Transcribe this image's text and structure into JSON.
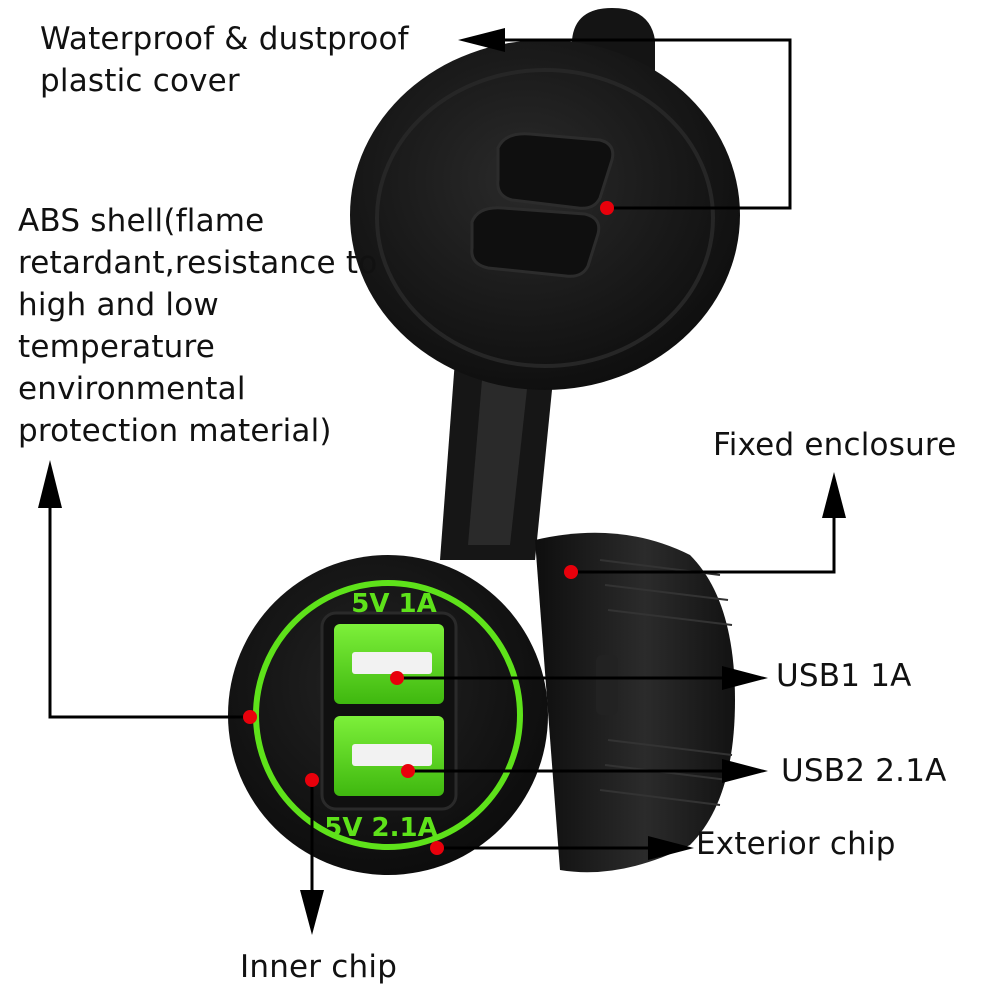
{
  "labels": {
    "cover": [
      "Waterproof & dustproof",
      "plastic cover"
    ],
    "abs_shell": [
      "ABS shell(flame",
      "retardant,resistance to",
      "high and low",
      "temperature",
      "environmental",
      "protection material)"
    ],
    "fixed_enclosure": "Fixed enclosure",
    "usb1": "USB1 1A",
    "usb2": "USB2 2.1A",
    "exterior_chip": "Exterior chip",
    "inner_chip": "Inner chip"
  },
  "face_text": {
    "top": "5V 1A",
    "bottom": "5V 2.1A"
  },
  "colors": {
    "background": "#ffffff",
    "text": "#111111",
    "leader": "#000000",
    "marker": "#e8000b",
    "glow": "#5ee21a",
    "body": "#1b1b1b"
  }
}
